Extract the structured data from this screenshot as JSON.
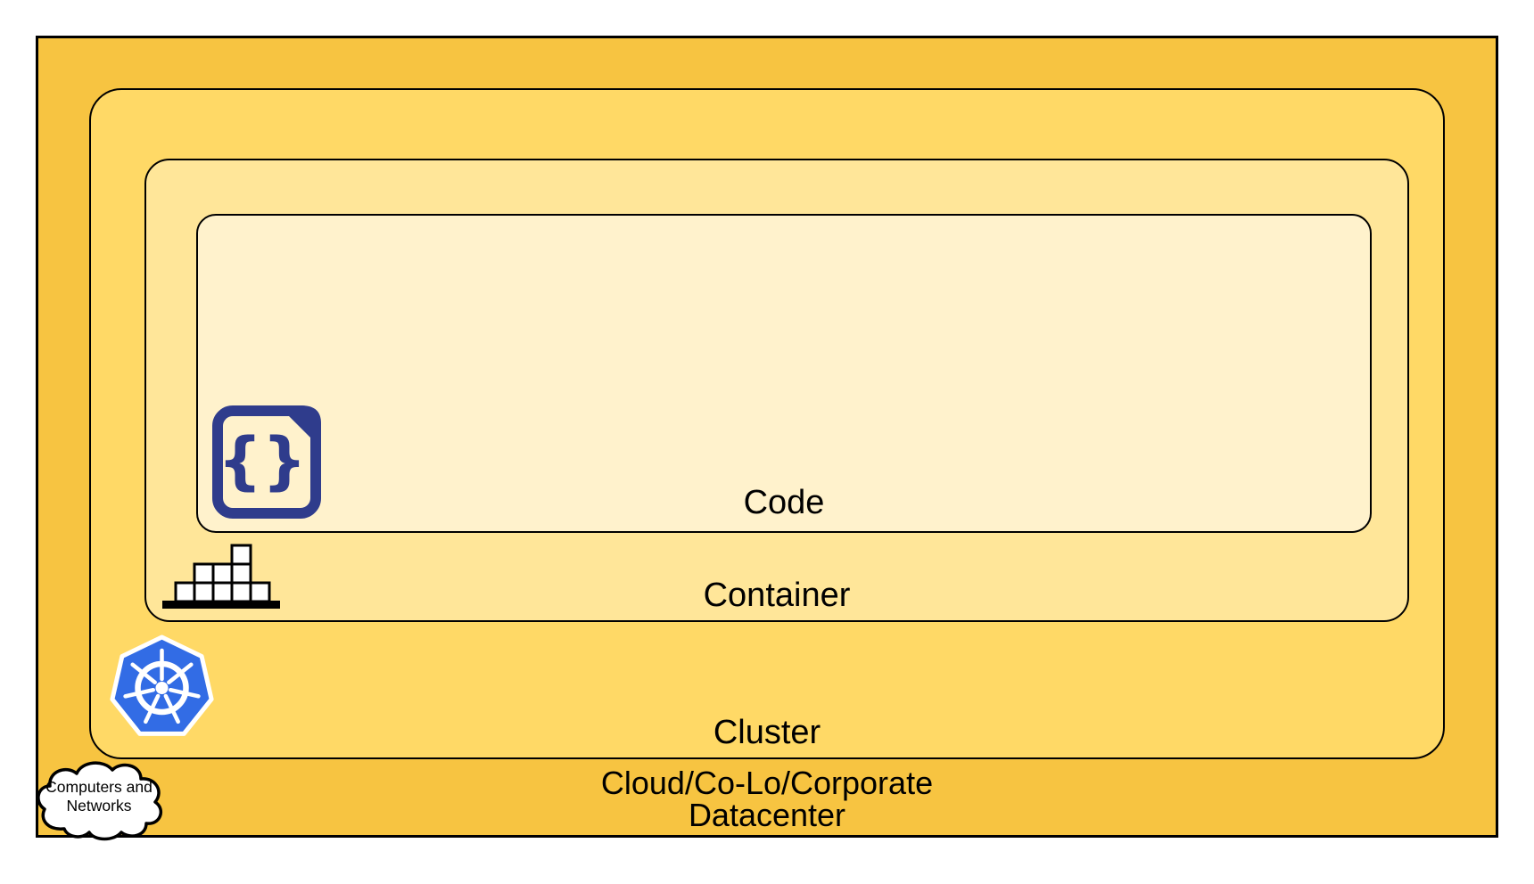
{
  "diagram_type": "nested-layers",
  "layers": [
    {
      "id": "datacenter",
      "label_line1": "Cloud/Co-Lo/Corporate",
      "label_line2": "Datacenter",
      "fill": "#F7C441",
      "icon": "cloud-icon"
    },
    {
      "id": "cluster",
      "label": "Cluster",
      "fill": "#FFD966",
      "icon": "kubernetes-helm-icon"
    },
    {
      "id": "container",
      "label": "Container",
      "fill": "#FFE699",
      "icon": "container-bricks-icon"
    },
    {
      "id": "code",
      "label": "Code",
      "fill": "#FFF2CC",
      "icon": "code-file-icon"
    }
  ],
  "cloud_callout": {
    "line1": "Computers and",
    "line2": "Networks"
  },
  "code_icon_glyph": "{}",
  "colors": {
    "datacenter_fill": "#F7C441",
    "cluster_fill": "#FFD966",
    "container_fill": "#FFE699",
    "code_fill": "#FFF2CC",
    "outline": "#000000",
    "text": "#000000",
    "code_icon_navy": "#2F3C8C",
    "kubernetes_blue": "#326CE5",
    "brick_fill": "#FFFFFF",
    "cloud_fill": "#FFFFFF"
  }
}
